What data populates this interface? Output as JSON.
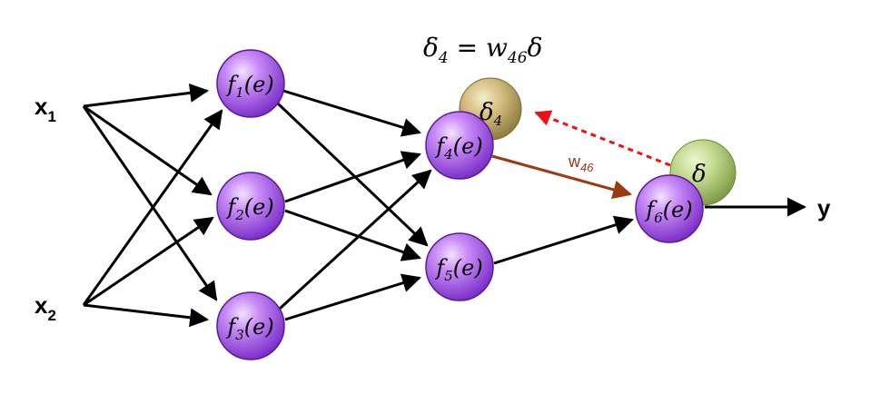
{
  "formula": {
    "lhs_symbol": "δ",
    "lhs_sub": "4",
    "equals": " = ",
    "w": "w",
    "w_sub": "46",
    "rhs_symbol": "δ"
  },
  "inputs": [
    {
      "name": "x",
      "sub": "1"
    },
    {
      "name": "x",
      "sub": "2"
    }
  ],
  "output": {
    "name": "y"
  },
  "neurons": [
    {
      "id": "1",
      "f": "f",
      "sub": "1",
      "arg": "(e)"
    },
    {
      "id": "2",
      "f": "f",
      "sub": "2",
      "arg": "(e)"
    },
    {
      "id": "3",
      "f": "f",
      "sub": "3",
      "arg": "(e)"
    },
    {
      "id": "4",
      "f": "f",
      "sub": "4",
      "arg": "(e)"
    },
    {
      "id": "5",
      "f": "f",
      "sub": "5",
      "arg": "(e)"
    },
    {
      "id": "6",
      "f": "f",
      "sub": "6",
      "arg": "(e)"
    }
  ],
  "error_nodes": [
    {
      "id": "delta4",
      "symbol": "δ",
      "sub": "4"
    },
    {
      "id": "delta6",
      "symbol": "δ",
      "sub": ""
    }
  ],
  "weight": {
    "symbol": "w",
    "sub": "46"
  },
  "colors": {
    "neuron": "#b266f0",
    "neuron_dark": "#5a1a9a",
    "delta4": "#c8b06a",
    "delta6": "#b9cf7a",
    "weight_arrow": "#9a3a10",
    "back_arrow": "#ee1111"
  }
}
